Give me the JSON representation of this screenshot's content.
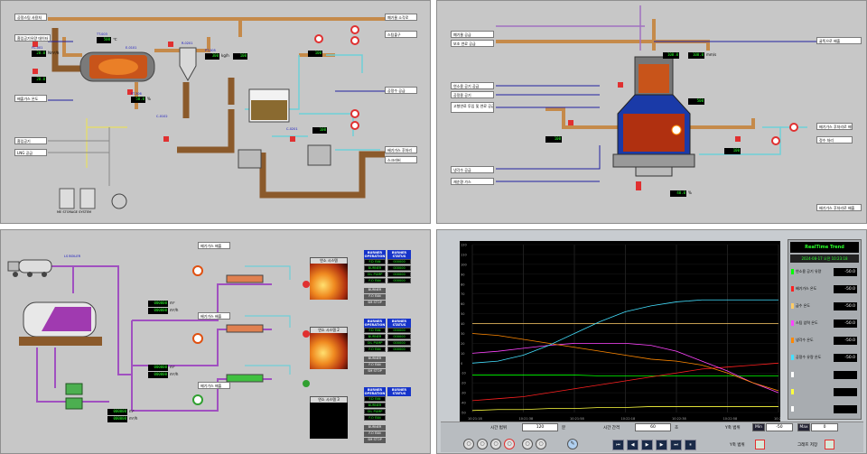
{
  "p1": {
    "labels": {
      "steam_use": "공정스팀 사용처",
      "oxygen": "흡입공기유량 데이터 수집",
      "exhaust": "배출가스 온도",
      "water": "공정수 공급",
      "fuel": "연료 공급",
      "air": "흡입공기",
      "ng": "LNG 공급",
      "steam_out": "스팀출구",
      "cool_water": "냉각수 공급",
      "to_main": "폐기물 소각로",
      "to_exhaust": "배기가스 후처리",
      "scrubber": "스크러버"
    },
    "values": {
      "v1": "20.0",
      "v2": "20.0",
      "v3": "500",
      "v4": "300",
      "v5": "50.0",
      "v6": "100",
      "v7": "100",
      "v8": "100"
    },
    "tags": {
      "t1": "FC-001",
      "t2": "TT-003",
      "t3": "PT-005",
      "t4": "E-0101",
      "t5": "R-0201",
      "t6": "FT-306",
      "t7": "C-0102",
      "t8": "C-0201"
    },
    "units": {
      "u1": "Nm³/h",
      "u2": "℃",
      "u3": "kg/h",
      "u4": "%"
    },
    "storage_label": "ME STORAGE SYSTEM"
  },
  "p2": {
    "labels": {
      "fuel_in": "폐기물 공급",
      "steam_in": "보조 연료 공급",
      "stack": "굴뚝으로 배출",
      "air1": "연소용 공기 공급",
      "air2": "공정용 공기",
      "feed": "고형연료 투입 및 연료 공급",
      "cw": "냉각수 공급",
      "recycle": "재순환 가스",
      "out1": "배기가스 후처리로 배출",
      "out2": "정수 처리"
    },
    "values": {
      "v1": "100.0",
      "v2": "100.0",
      "v3": "500",
      "v4": "100",
      "v5": "40.0",
      "v6": "100"
    },
    "units": {
      "u1": "mm/s",
      "u2": "%"
    }
  },
  "p3": {
    "top_label": "LS BOILER",
    "labels": {
      "a1": "배기가스 배출",
      "a2": "배기가스 배출",
      "a3": "배기가스 배출"
    },
    "flames": [
      "연소 시스템",
      "연소 시스템 2",
      "연소 시스템 3"
    ],
    "burner_head": "BURNER OPERATION",
    "burner_status": "BURNER STATUS",
    "rows": [
      "F.D FAN",
      "BURNER",
      "OIL PUMP",
      "F.O FAN",
      "SM STOP"
    ],
    "values": {
      "v1": "000000",
      "v2": "000000",
      "v3": "000000",
      "v4": "000000",
      "v5": "000000",
      "v6": "000000",
      "v7": "000000",
      "v8": "000000"
    },
    "units": {
      "u1": "m³",
      "u2": "m³/h"
    }
  },
  "trend": {
    "title": "RealTime Trend",
    "datetime": "2024-08-17 오전 10:23:18",
    "items": [
      {
        "label": "연소용 공기 유량",
        "value": "-50.0",
        "color": "#00ff00"
      },
      {
        "label": "배기가스 온도",
        "value": "-50.0",
        "color": "#ff2020"
      },
      {
        "label": "급수 온도",
        "value": "-50.0",
        "color": "#ffcc66"
      },
      {
        "label": "스팀 압력 온도",
        "value": "-50.0",
        "color": "#ff44ff"
      },
      {
        "label": "냉각수 온도",
        "value": "-50.0",
        "color": "#ff8800"
      },
      {
        "label": "공정수 유량 온도",
        "value": "-50.0",
        "color": "#44e0ff"
      },
      {
        "label": "",
        "value": "",
        "color": "#ffffff"
      },
      {
        "label": "",
        "value": "",
        "color": "#ffff40"
      },
      {
        "label": "",
        "value": "",
        "color": "#ffffff"
      }
    ],
    "controls": {
      "scale_label": "시간 범위",
      "scale_value": "120",
      "scale_unit": "분",
      "interval_label": "시간 간격",
      "interval_value": "60",
      "interval_unit": "초",
      "y_label": "Y축 범위",
      "min_label": "Min",
      "min_value": "-50",
      "max_label": "Max",
      "max_value": "0",
      "y_range_label": "Y축 범위",
      "graph_label": "그래프 저장"
    },
    "x_ticks": [
      "10:21:18",
      "10:21:38",
      "10:21:58",
      "10:22:18",
      "10:22:38",
      "10:22:58",
      "10:23:18"
    ],
    "y_ticks": [
      "120",
      "110",
      "100",
      "90",
      "80",
      "70",
      "60",
      "50",
      "40",
      "30",
      "20",
      "10",
      "0",
      "-10",
      "-20",
      "-30",
      "-40",
      "-50"
    ]
  },
  "chart_data": {
    "type": "line",
    "title": "",
    "x": [
      0,
      1,
      2,
      3,
      4,
      5,
      6,
      7,
      8,
      9,
      10,
      11,
      12
    ],
    "ylim": [
      -50,
      120
    ],
    "series": [
      {
        "name": "연소용 공기 유량",
        "color": "#00ff00",
        "values": [
          -12,
          -12,
          -12,
          -12,
          -12,
          -13,
          -13,
          -13,
          -13,
          -13,
          -13,
          -13,
          -13
        ]
      },
      {
        "name": "배기가스 온도",
        "color": "#ff2020",
        "values": [
          -38,
          -36,
          -34,
          -30,
          -26,
          -22,
          -18,
          -14,
          -10,
          -6,
          -4,
          -2,
          0
        ]
      },
      {
        "name": "급수 온도",
        "color": "#ffcc66",
        "values": [
          40,
          40,
          40,
          40,
          40,
          40,
          40,
          40,
          40,
          40,
          40,
          40,
          40
        ]
      },
      {
        "name": "스팀 압력 온도",
        "color": "#ff44ff",
        "values": [
          10,
          12,
          15,
          18,
          20,
          20,
          20,
          18,
          12,
          2,
          -8,
          -20,
          -30
        ]
      },
      {
        "name": "냉각수 온도",
        "color": "#ff8800",
        "values": [
          30,
          28,
          24,
          20,
          16,
          12,
          8,
          4,
          2,
          -2,
          -10,
          -20,
          -28
        ]
      },
      {
        "name": "공정수 유량 온도",
        "color": "#44e0ff",
        "values": [
          0,
          2,
          8,
          18,
          30,
          42,
          52,
          58,
          62,
          64,
          64,
          64,
          64
        ]
      },
      {
        "name": "",
        "color": "#ffff40",
        "values": [
          -48,
          -47,
          -47,
          -46,
          -46,
          -45,
          -45,
          -44,
          -44,
          -44,
          -44,
          -44,
          -44
        ]
      }
    ]
  }
}
